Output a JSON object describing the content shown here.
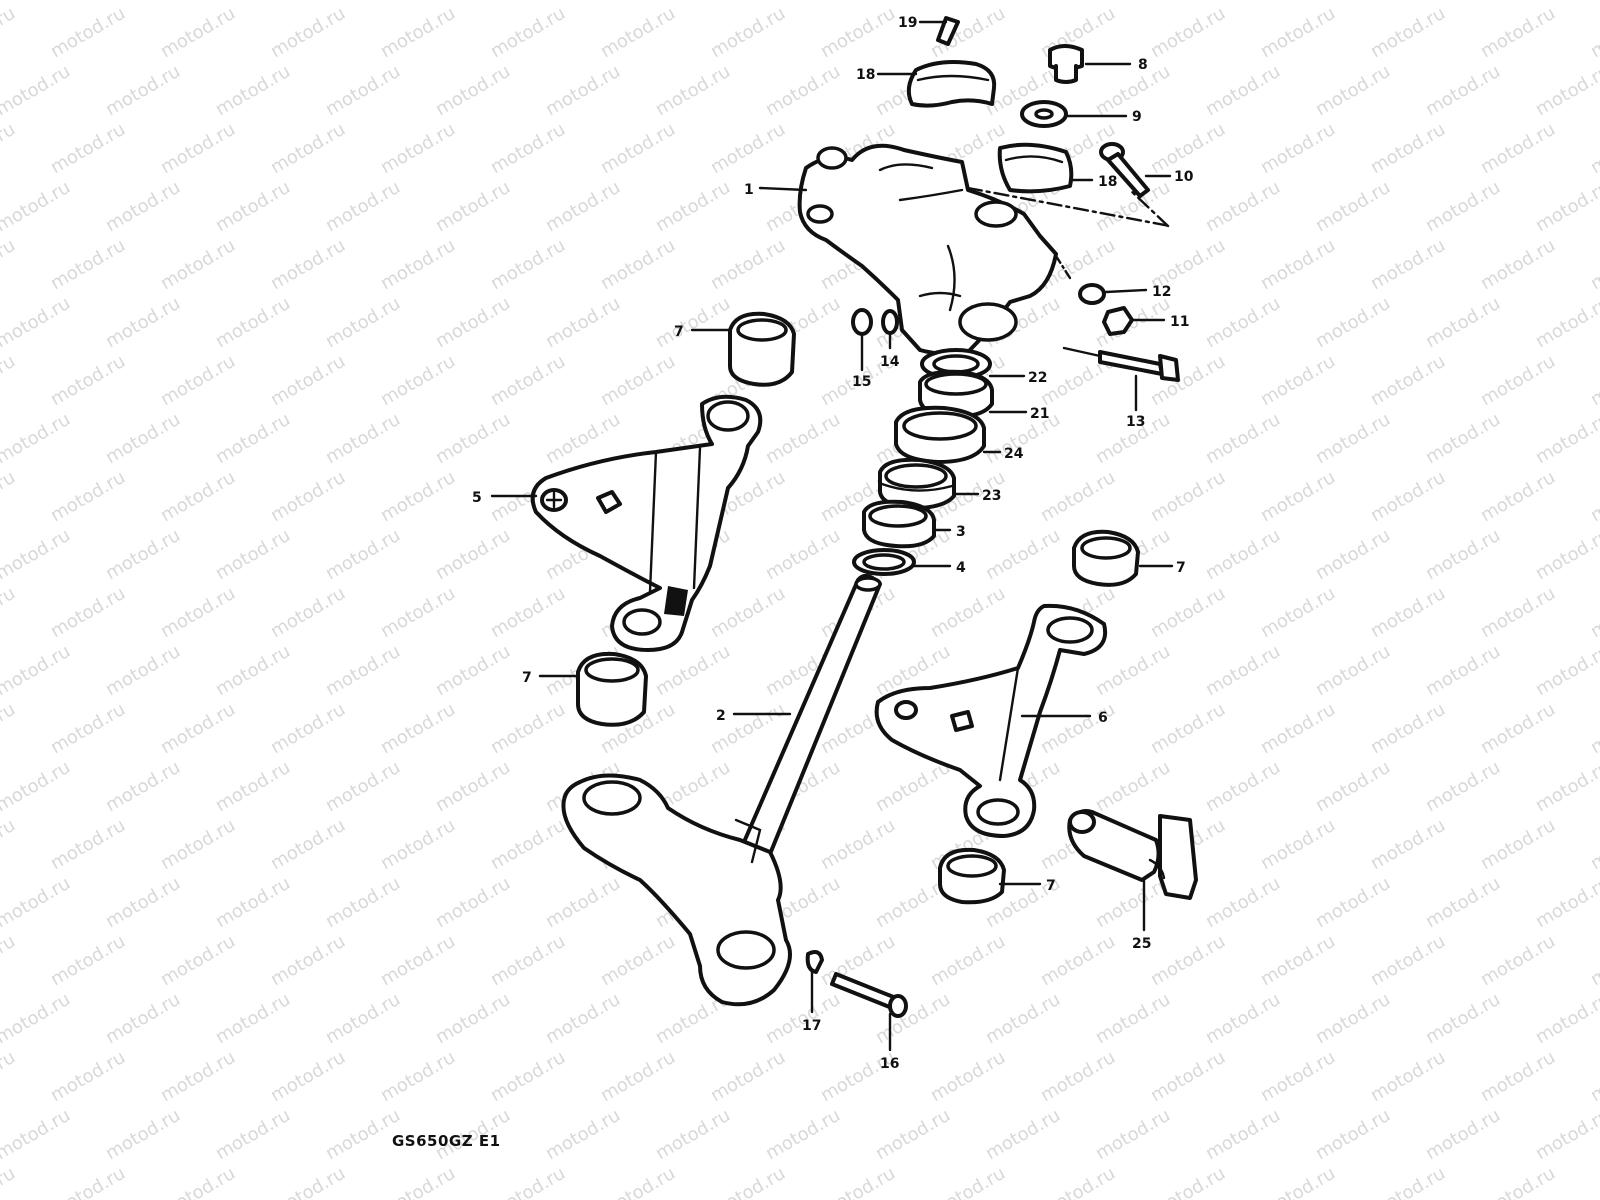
{
  "watermark": {
    "text": "motod.ru"
  },
  "diagram_code": "GS650GZ E1",
  "callouts": {
    "c1": "1",
    "c2": "2",
    "c3": "3",
    "c4": "4",
    "c5": "5",
    "c6": "6",
    "c7a": "7",
    "c7b": "7",
    "c7c": "7",
    "c7d": "7",
    "c8": "8",
    "c9": "9",
    "c10": "10",
    "c11": "11",
    "c12": "12",
    "c13": "13",
    "c14": "14",
    "c15": "15",
    "c16": "16",
    "c17": "17",
    "c18a": "18",
    "c18b": "18",
    "c19": "19",
    "c21": "21",
    "c22": "22",
    "c23": "23",
    "c24": "24",
    "c25": "25"
  }
}
